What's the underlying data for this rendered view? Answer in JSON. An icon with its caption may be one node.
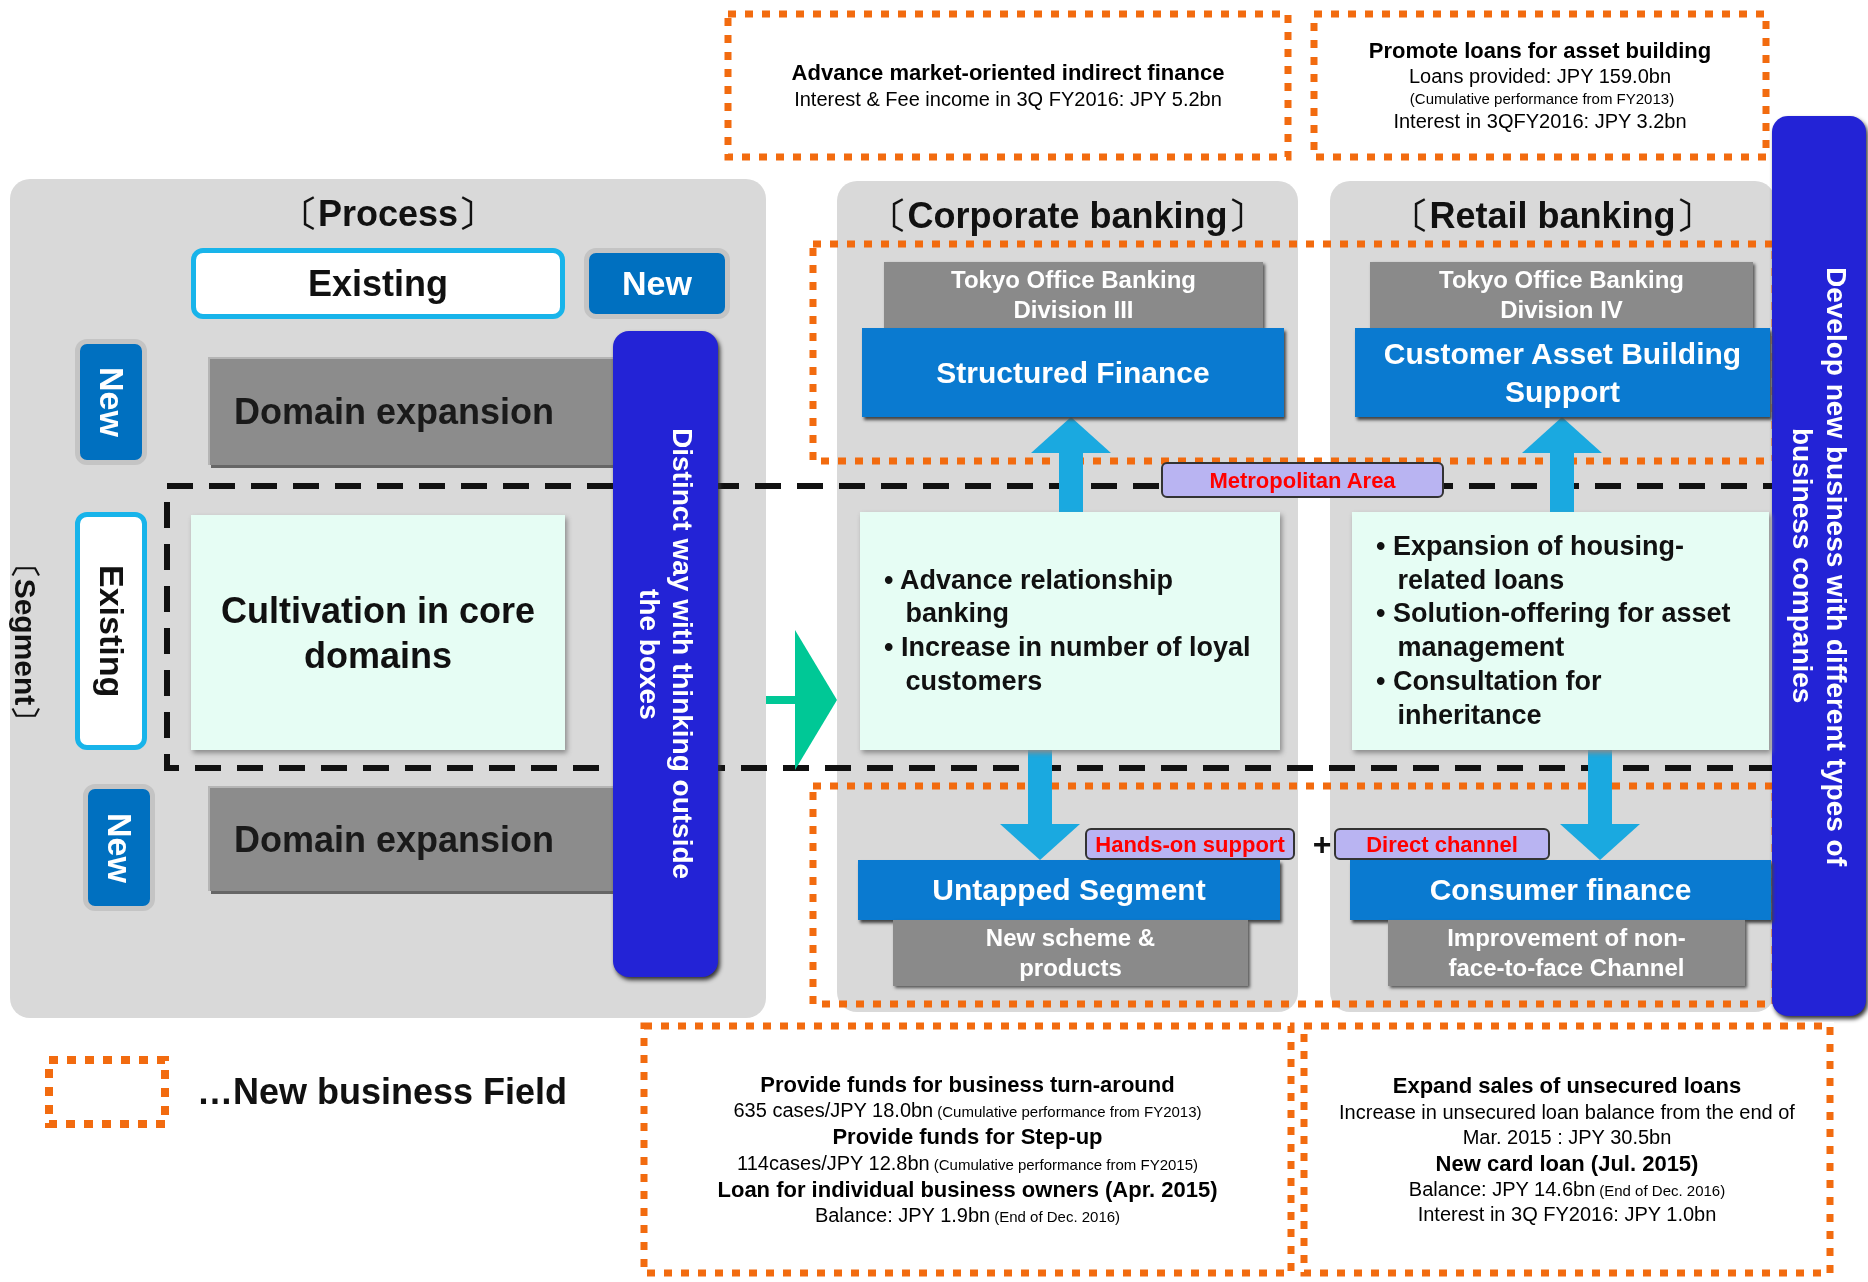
{
  "diagram": {
    "nodes": [
      {
        "text": [
          "〔Process〕"
        ]
      },
      {
        "text": [
          "Existing"
        ],
        "in": 0
      },
      {
        "text": [
          "New"
        ],
        "in": 0
      },
      {
        "text": [
          "New"
        ],
        "in": 0
      },
      {
        "text": [
          "Domain expansion"
        ],
        "in": 0
      },
      {
        "text": [
          "Existing"
        ],
        "in": 0
      },
      {
        "text": [
          "Cultivation in core domains"
        ],
        "in": 0
      },
      {
        "text": [
          "New"
        ],
        "in": 0
      },
      {
        "text": [
          "Domain expansion"
        ],
        "in": 0
      },
      {
        "text": [
          "Distinct way with thinking outside the boxes"
        ],
        "in": 0
      },
      {
        "text": [
          "Advance market-oriented indirect finance",
          "Interest & Fee income in 3Q FY2016: JPY 5.2bn"
        ]
      },
      {
        "text": [
          "Promote loans for asset building",
          "Loans provided: JPY 159.0bn",
          "(Cumulative performance from FY2013)",
          "Interest in 3QFY2016: JPY 3.2bn"
        ]
      },
      {
        "text": [
          "Develop new business with different types of business companies"
        ]
      },
      {
        "text": [
          "〔Corporate banking〕"
        ]
      },
      {
        "text": [
          "Tokyo Office Banking Division III"
        ],
        "in": 13
      },
      {
        "text": [
          "Structured Finance"
        ],
        "in": 13
      },
      {
        "text": [
          "Metropolitan Area"
        ]
      },
      {
        "text": [
          "• Advance relationship banking",
          "• Increase in number of loyal customers"
        ],
        "in": 13
      },
      {
        "text": [
          "Untapped Segment"
        ],
        "in": 13
      },
      {
        "text": [
          "New scheme & products"
        ],
        "in": 13
      },
      {
        "text": [
          "Hands-on support"
        ],
        "in": 13
      },
      {
        "text": [
          "〔Retail banking〕"
        ]
      },
      {
        "text": [
          "Tokyo Office Banking Division IV"
        ],
        "in": 21
      },
      {
        "text": [
          "Customer Asset Building Support"
        ],
        "in": 21
      },
      {
        "text": [
          "• Expansion of housing-related loans",
          "• Solution-offering for asset management",
          "• Consultation for inheritance"
        ],
        "in": 21
      },
      {
        "text": [
          "Consumer finance"
        ],
        "in": 21
      },
      {
        "text": [
          "Improvement of non-face-to-face Channel"
        ],
        "in": 21
      },
      {
        "text": [
          "Direct channel"
        ],
        "in": 21
      },
      {
        "text": [
          "Provide funds for business turn-around",
          "635 cases/JPY 18.0bn",
          "(Cumulative performance from FY2013)",
          "Provide funds for Step-up",
          "114cases/JPY 12.8bn",
          "(Cumulative performance from FY2015)",
          "Loan for individual business owners (Apr. 2015)",
          "Balance: JPY 1.9bn",
          "(End of Dec. 2016)"
        ]
      },
      {
        "text": [
          "Expand sales of unsecured loans",
          "Increase in unsecured loan balance from the end of Mar. 2015 : JPY 30.5bn",
          "New card loan (Jul. 2015)",
          "Balance: JPY 14.6bn",
          "(End of Dec. 2016)",
          "Interest in 3Q FY2016: JPY 1.0bn"
        ]
      }
    ],
    "edges": [
      {
        "from": 0,
        "to": 13,
        "arrow": "to",
        "color": "#00c896"
      },
      {
        "from": 17,
        "to": 15,
        "arrow": "to"
      },
      {
        "from": 24,
        "to": 23,
        "arrow": "to"
      },
      {
        "from": 17,
        "to": 18,
        "arrow": "to"
      },
      {
        "from": 24,
        "to": 25,
        "arrow": "to"
      }
    ],
    "labels": [
      "〔Segment〕",
      "+"
    ],
    "legend": [
      {
        "text": "…New business Field"
      }
    ]
  }
}
